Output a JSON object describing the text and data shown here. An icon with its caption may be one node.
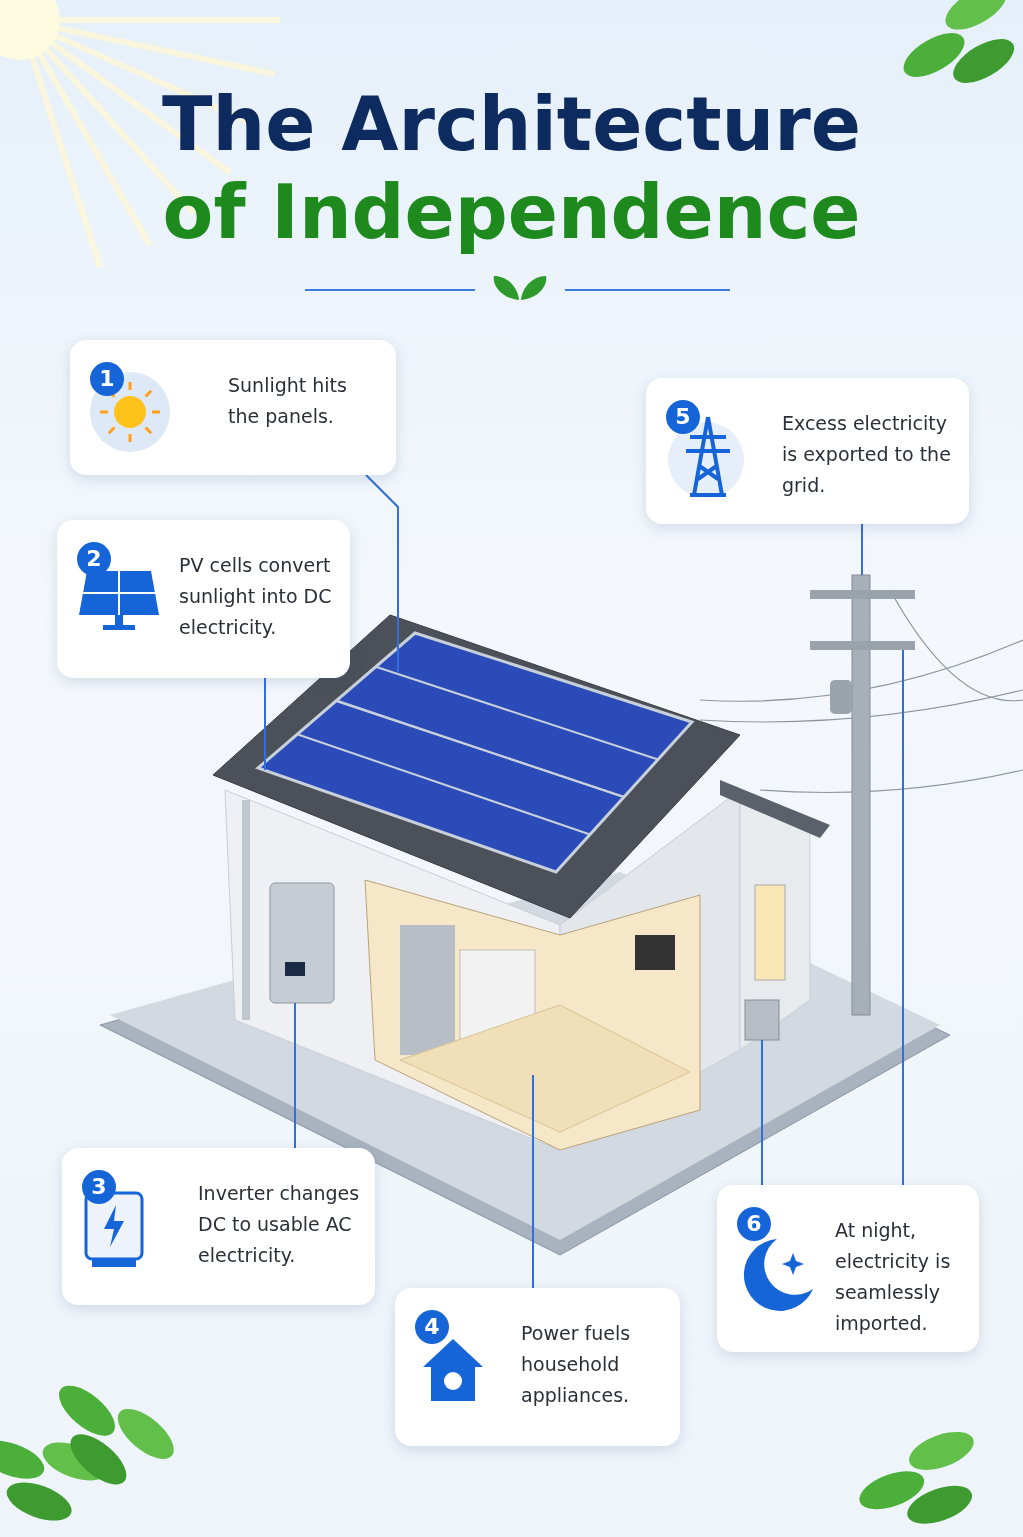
{
  "diagram": {
    "title": "The Architecture of Independence",
    "nodes": [
      {
        "text": [
          "1",
          "Sunlight hits the panels."
        ]
      },
      {
        "text": [
          "2",
          "PV cells convert sunlight into DC electricity."
        ]
      },
      {
        "text": [
          "3",
          "Inverter changes DC to usable AC electricity."
        ]
      },
      {
        "text": [
          "4",
          "Power fuels household appliances."
        ]
      },
      {
        "text": [
          "5",
          "Excess electricity is exported to the grid."
        ]
      },
      {
        "text": [
          "6",
          "At night, electricity is seamlessly imported."
        ]
      },
      {
        "text": [],
        "shape": "picture"
      },
      {
        "text": [],
        "shape": "picture"
      },
      {
        "text": [],
        "shape": "picture"
      },
      {
        "text": [],
        "shape": "picture"
      },
      {
        "text": [],
        "shape": "picture"
      }
    ],
    "edges": [
      {
        "from": 0,
        "to": 6,
        "arrow": "none"
      },
      {
        "from": 1,
        "to": 6,
        "arrow": "none"
      },
      {
        "from": 2,
        "to": 7,
        "arrow": "none"
      },
      {
        "from": 3,
        "to": 8,
        "arrow": "none"
      },
      {
        "from": 4,
        "to": 9,
        "arrow": "none"
      },
      {
        "from": 5,
        "to": 10,
        "arrow": "none"
      },
      {
        "from": 5,
        "to": 9,
        "arrow": "none"
      }
    ]
  }
}
